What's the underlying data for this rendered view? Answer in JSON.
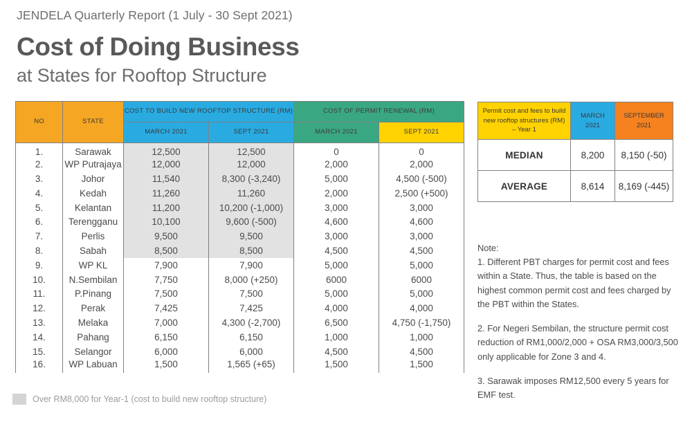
{
  "header": {
    "kicker": "JENDELA Quarterly Report (1 July - 30 Sept 2021)",
    "title": "Cost of Doing Business",
    "subtitle": "at States for Rooftop Structure"
  },
  "colors": {
    "orange": "#f5a623",
    "blue": "#29abe2",
    "green": "#3aa783",
    "yellow": "#ffd200",
    "summary_orange": "#f5821f",
    "shaded_row": "#e2e2e2",
    "title_grey": "#58595b",
    "body_grey": "#4a4a4a"
  },
  "main_table": {
    "headers": {
      "no": "NO",
      "state": "STATE",
      "group_build": "COST TO BUILD NEW ROOFTOP STRUCTURE (RM)",
      "group_renewal": "COST OF PERMIT RENEWAL (RM)",
      "build_march": "MARCH 2021",
      "build_sept": "SEPT 2021",
      "renewal_march": "MARCH 2021",
      "renewal_sept": "SEPT 2021"
    },
    "rows": [
      {
        "no": "1.",
        "state": "Sarawak",
        "build_march": "12,500",
        "build_sept": "12,500",
        "renewal_march": "0",
        "renewal_sept": "0",
        "shaded": true
      },
      {
        "no": "2.",
        "state": "WP Putrajaya",
        "build_march": "12,000",
        "build_sept": "12,000",
        "renewal_march": "2,000",
        "renewal_sept": "2,000",
        "shaded": true
      },
      {
        "no": "3.",
        "state": "Johor",
        "build_march": "11,540",
        "build_sept": "8,300 (-3,240)",
        "renewal_march": "5,000",
        "renewal_sept": "4,500 (-500)",
        "shaded": true
      },
      {
        "no": "4.",
        "state": "Kedah",
        "build_march": "11,260",
        "build_sept": "11,260",
        "renewal_march": "2,000",
        "renewal_sept": "2,500 (+500)",
        "shaded": true
      },
      {
        "no": "5.",
        "state": "Kelantan",
        "build_march": "11,200",
        "build_sept": "10,200 (-1,000)",
        "renewal_march": "3,000",
        "renewal_sept": "3,000",
        "shaded": true
      },
      {
        "no": "6.",
        "state": "Terengganu",
        "build_march": "10,100",
        "build_sept": "9,600 (-500)",
        "renewal_march": "4,600",
        "renewal_sept": "4,600",
        "shaded": true
      },
      {
        "no": "7.",
        "state": "Perlis",
        "build_march": "9,500",
        "build_sept": "9,500",
        "renewal_march": "3,000",
        "renewal_sept": "3,000",
        "shaded": true
      },
      {
        "no": "8.",
        "state": "Sabah",
        "build_march": "8,500",
        "build_sept": "8,500",
        "renewal_march": "4,500",
        "renewal_sept": "4,500",
        "shaded": true
      },
      {
        "no": "9.",
        "state": "WP KL",
        "build_march": "7,900",
        "build_sept": "7,900",
        "renewal_march": "5,000",
        "renewal_sept": "5,000",
        "shaded": false
      },
      {
        "no": "10.",
        "state": "N.Sembilan",
        "build_march": "7,750",
        "build_sept": "8,000 (+250)",
        "renewal_march": "6000",
        "renewal_sept": "6000",
        "shaded": false
      },
      {
        "no": "11.",
        "state": "P.Pinang",
        "build_march": "7,500",
        "build_sept": "7,500",
        "renewal_march": "5,000",
        "renewal_sept": "5,000",
        "shaded": false
      },
      {
        "no": "12.",
        "state": "Perak",
        "build_march": "7,425",
        "build_sept": "7,425",
        "renewal_march": "4,000",
        "renewal_sept": "4,000",
        "shaded": false
      },
      {
        "no": "13.",
        "state": "Melaka",
        "build_march": "7,000",
        "build_sept": "4,300 (-2,700)",
        "renewal_march": "6,500",
        "renewal_sept": "4,750 (-1,750)",
        "shaded": false
      },
      {
        "no": "14.",
        "state": "Pahang",
        "build_march": "6,150",
        "build_sept": "6,150",
        "renewal_march": "1,000",
        "renewal_sept": "1,000",
        "shaded": false
      },
      {
        "no": "15.",
        "state": "Selangor",
        "build_march": "6,000",
        "build_sept": "6,000",
        "renewal_march": "4,500",
        "renewal_sept": "4,500",
        "shaded": false
      },
      {
        "no": "16.",
        "state": "WP Labuan",
        "build_march": "1,500",
        "build_sept": "1,565 (+65)",
        "renewal_march": "1,500",
        "renewal_sept": "1,500",
        "shaded": false
      }
    ]
  },
  "legend": {
    "text": "Over RM8,000 for Year-1 (cost to build new rooftop structure)",
    "swatch_color": "#d4d4d4"
  },
  "summary_table": {
    "headers": {
      "label": "Permit cost and fees to build new rooftop structures (RM) – Year 1",
      "march": "MARCH 2021",
      "september": "SEPTEMBER 2021"
    },
    "rows": [
      {
        "label": "MEDIAN",
        "march": "8,200",
        "september": "8,150 (-50)"
      },
      {
        "label": "AVERAGE",
        "march": "8,614",
        "september": "8,169 (-445)"
      }
    ]
  },
  "notes": {
    "heading": "Note:",
    "item1": "1. Different PBT charges for permit cost and fees within a State. Thus, the table is based on the highest common permit cost and fees charged by the PBT within the States.",
    "item2": "2. For Negeri Sembilan, the structure permit cost reduction of RM1,000/2,000 + OSA RM3,000/3,500 only applicable for Zone 3 and 4.",
    "item3": "3. Sarawak imposes RM12,500 every 5 years for EMF test."
  }
}
